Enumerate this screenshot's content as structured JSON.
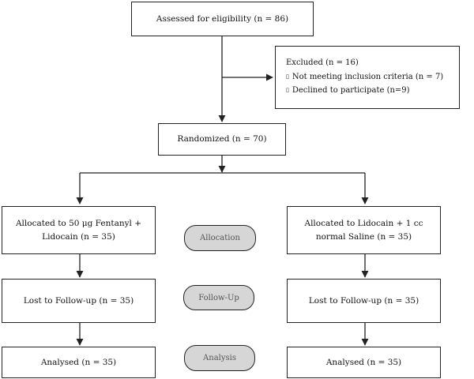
{
  "diagram": {
    "assessed": "Assessed for eligibility (n = 86)",
    "excluded": {
      "title": "Excluded (n = 16)",
      "items": [
        "Not meeting inclusion criteria (n = 7)",
        "Declined to participate (n=9)"
      ],
      "bullet_glyph": "▯"
    },
    "randomized": "Randomized (n = 70)",
    "left": {
      "allocated_line1": "Allocated to 50 μg Fentanyl +",
      "allocated_line2": "Lidocain (n = 35)",
      "followup": "Lost to Follow-up (n = 35)",
      "analysed": "Analysed (n = 35)"
    },
    "right": {
      "allocated_line1": "Allocated to Lidocain + 1 cc",
      "allocated_line2": "normal Saline (n = 35)",
      "followup": "Lost to Follow-up (n = 35)",
      "analysed": "Analysed (n = 35)"
    },
    "stages": {
      "allocation": "Allocation",
      "followup": "Follow-Up",
      "analysis": "Analysis"
    }
  },
  "colors": {
    "line": "#222222",
    "pill_fill": "#d6d6d6",
    "pill_text": "#555555"
  }
}
